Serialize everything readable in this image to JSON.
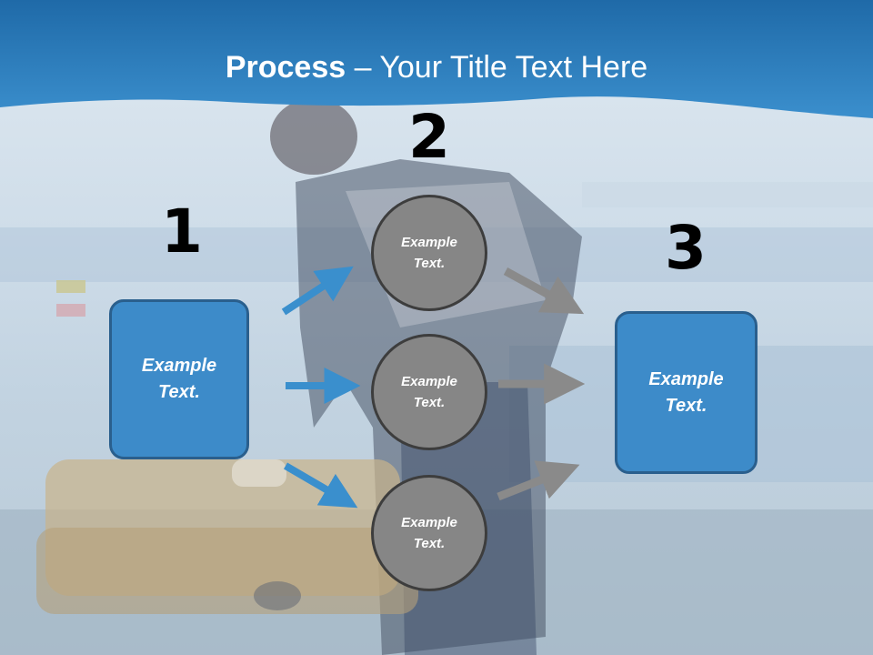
{
  "title": {
    "bold": "Process",
    "rest": " – Your Title Text Here"
  },
  "steps": {
    "one": {
      "number": "1",
      "box_text": "Example Text."
    },
    "two": {
      "number": "2",
      "circles": [
        "Example Text.",
        "Example Text.",
        "Example Text."
      ]
    },
    "three": {
      "number": "3",
      "box_text": "Example Text."
    }
  },
  "colors": {
    "header": "#2c7ab8",
    "box": "#3d8bc9",
    "circle": "#868686",
    "arrow_blue": "#3a8fcd",
    "arrow_gray": "#8a8a8a"
  }
}
